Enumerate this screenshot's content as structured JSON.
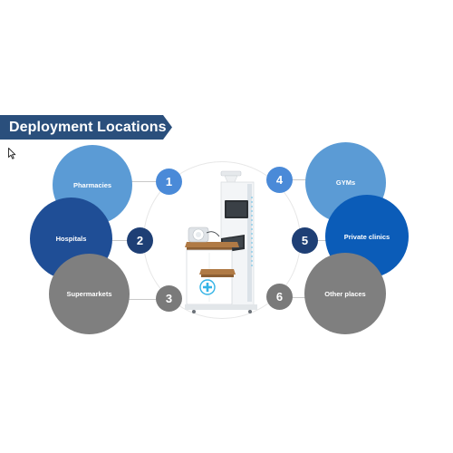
{
  "title": "Deployment Locations",
  "colors": {
    "banner": "#2a4f7c",
    "light_blue": "#5b9bd5",
    "dark_blue": "#1f4e96",
    "royal_blue": "#0b5cb8",
    "grey": "#7f7f7f",
    "num_light": "#4a8ad8",
    "num_dark": "#1e3f75",
    "num_grey": "#7a7a7a"
  },
  "locations": [
    {
      "number": "1",
      "label": "Pharmacies",
      "color": "light_blue"
    },
    {
      "number": "2",
      "label": "Hospitals",
      "color": "dark_blue"
    },
    {
      "number": "3",
      "label": "Supermarkets",
      "color": "grey"
    },
    {
      "number": "4",
      "label": "GYMs",
      "color": "light_blue"
    },
    {
      "number": "5",
      "label": "Private clinics",
      "color": "royal_blue"
    },
    {
      "number": "6",
      "label": "Other places",
      "color": "grey"
    }
  ],
  "icons": {
    "cursor": "mouse-pointer-icon",
    "kiosk": "health-kiosk-image"
  }
}
